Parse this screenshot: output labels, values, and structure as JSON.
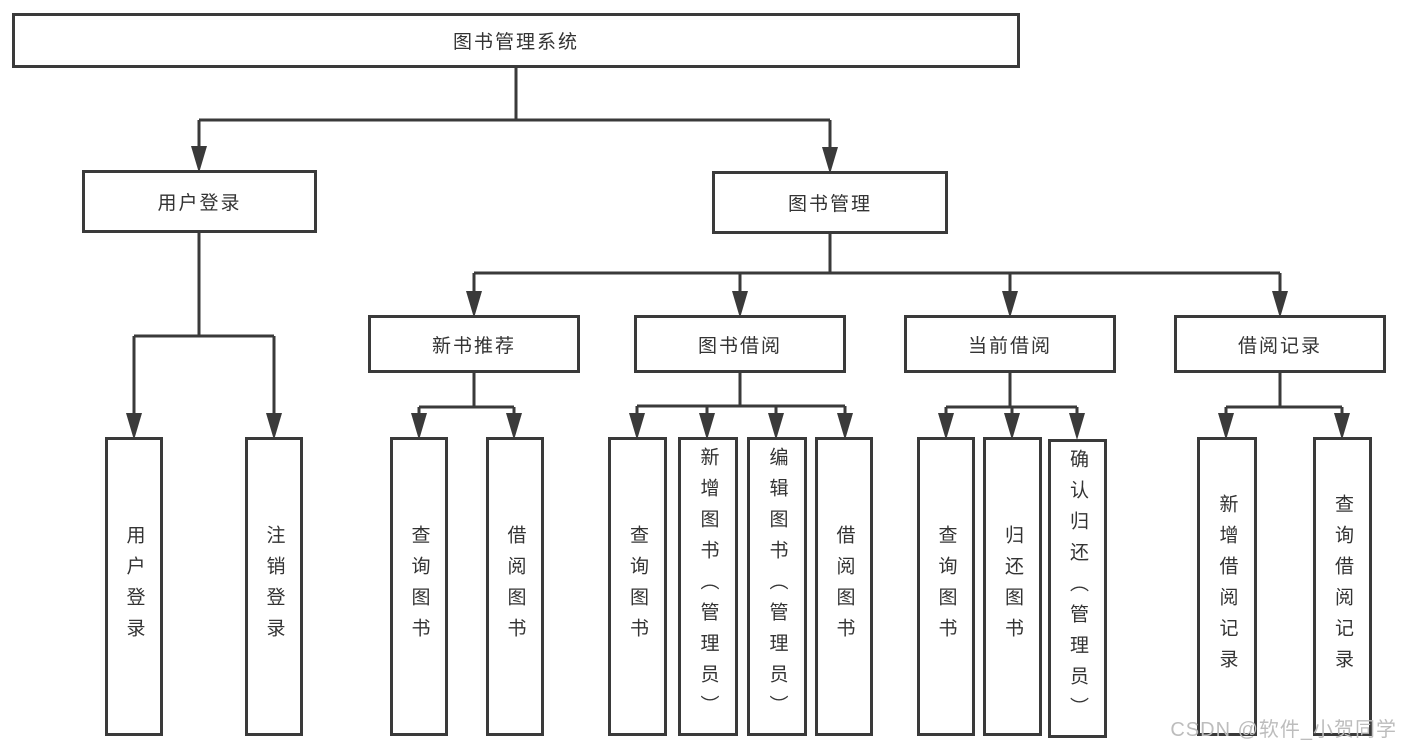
{
  "diagram": {
    "root": {
      "label": "图书管理系统"
    },
    "modules": [
      {
        "label": "用户登录",
        "functions": [
          {
            "label": "用户登录"
          },
          {
            "label": "注销登录"
          }
        ]
      },
      {
        "label": "图书管理",
        "submodules": [
          {
            "label": "新书推荐",
            "functions": [
              {
                "label": "查询图书"
              },
              {
                "label": "借阅图书"
              }
            ]
          },
          {
            "label": "图书借阅",
            "functions": [
              {
                "label": "查询图书"
              },
              {
                "label": "新增图书（管理员）"
              },
              {
                "label": "编辑图书（管理员）"
              },
              {
                "label": "借阅图书"
              }
            ]
          },
          {
            "label": "当前借阅",
            "functions": [
              {
                "label": "查询图书"
              },
              {
                "label": "归还图书"
              },
              {
                "label": "确认归还（管理员）"
              }
            ]
          },
          {
            "label": "借阅记录",
            "functions": [
              {
                "label": "新增借阅记录"
              },
              {
                "label": "查询借阅记录"
              }
            ]
          }
        ]
      }
    ]
  },
  "watermark": {
    "text": "CSDN @软件_小贺同学"
  },
  "colors": {
    "stroke": "#3a3a3a",
    "text": "#333333",
    "watermark": "#bdbdbd",
    "background": "#ffffff"
  }
}
